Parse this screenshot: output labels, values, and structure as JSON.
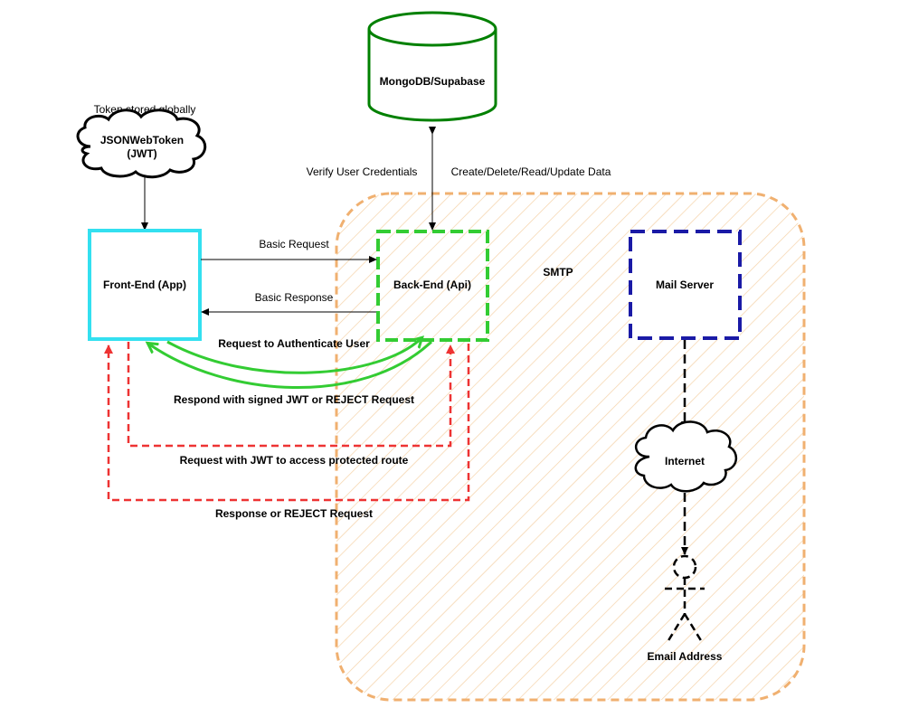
{
  "diagram": {
    "database": {
      "label": "MongoDB/Supabase"
    },
    "token": {
      "caption": "Token stored globally",
      "line1": "JSONWebToken",
      "line2": "(JWT)"
    },
    "frontend": {
      "label": "Front-End (App)"
    },
    "backend": {
      "label": "Back-End (Api)"
    },
    "mailserver": {
      "label": "Mail Server"
    },
    "internet": {
      "label": "Internet"
    },
    "user": {
      "label": "Email Address"
    },
    "region": {
      "label": "SMTP"
    },
    "edges": {
      "verify": "Verify User Credentials",
      "crud": "Create/Delete/Read/Update Data",
      "basic_request": "Basic Request",
      "basic_response": "Basic Response",
      "auth_request": "Request to Authenticate User",
      "auth_response": "Respond with signed JWT or REJECT Request",
      "protected_request": "Request with JWT to access protected route",
      "protected_response": "Response or REJECT Request"
    },
    "colors": {
      "frontend_border": "#33e0f0",
      "backend_border": "#33cc33",
      "auth_arrows": "#33cc33",
      "protected_arrows": "#ee3333",
      "mailserver_border": "#1a1aa6",
      "region_border": "#f0b070",
      "region_hatch": "#f5d2a8",
      "database_border": "#008000"
    }
  }
}
